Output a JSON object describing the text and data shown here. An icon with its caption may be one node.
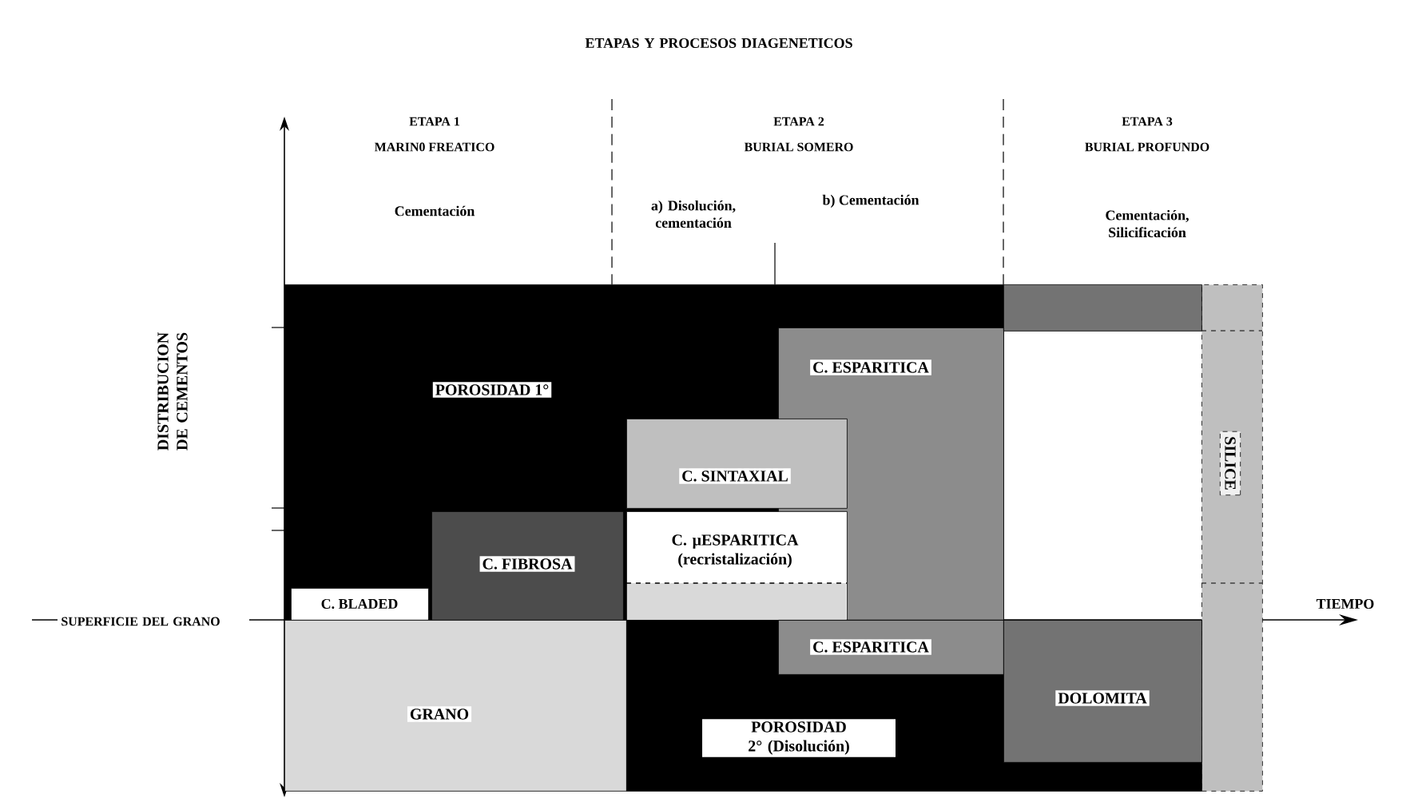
{
  "diagram": {
    "title": "ETAPAS Y PROCESOS DIAGENETICOS",
    "nodes": [
      {
        "text": [
          "POROSIDAD 1°"
        ]
      },
      {
        "text": [
          "C. ESPARITICA"
        ],
        "in": 0
      },
      {
        "text": [
          "C. SINTAXIAL"
        ],
        "in": 0
      },
      {
        "text": [
          "C. FIBROSA"
        ],
        "in": 0
      },
      {
        "text": [
          "C. µESPARITICA (recristalización)"
        ],
        "in": 0
      },
      {
        "text": [
          "C. BLADED"
        ],
        "in": 0
      },
      {
        "text": [
          "SILICE"
        ]
      },
      {
        "text": [
          "GRANO"
        ]
      },
      {
        "text": [
          "POROSIDAD 2° (Disolución)"
        ]
      },
      {
        "text": [
          "C. ESPARITICA"
        ],
        "in": 8
      },
      {
        "text": [
          "DOLOMITA"
        ],
        "in": 8
      },
      {
        "text": [],
        "shape": "box"
      }
    ],
    "labels": [
      "ETAPA 1",
      "MARIN0 FREATICO",
      "ETAPA 2",
      "BURIAL SOMERO",
      "ETAPA 3",
      "BURIAL PROFUNDO",
      "Cementación",
      "a) Disolución, cementación",
      "b) Cementación",
      "Cementación, Silicificación",
      "DISTRIBUCION DE CEMENTOS",
      "SUPERFICIE DEL GRANO",
      "TIEMPO"
    ]
  }
}
